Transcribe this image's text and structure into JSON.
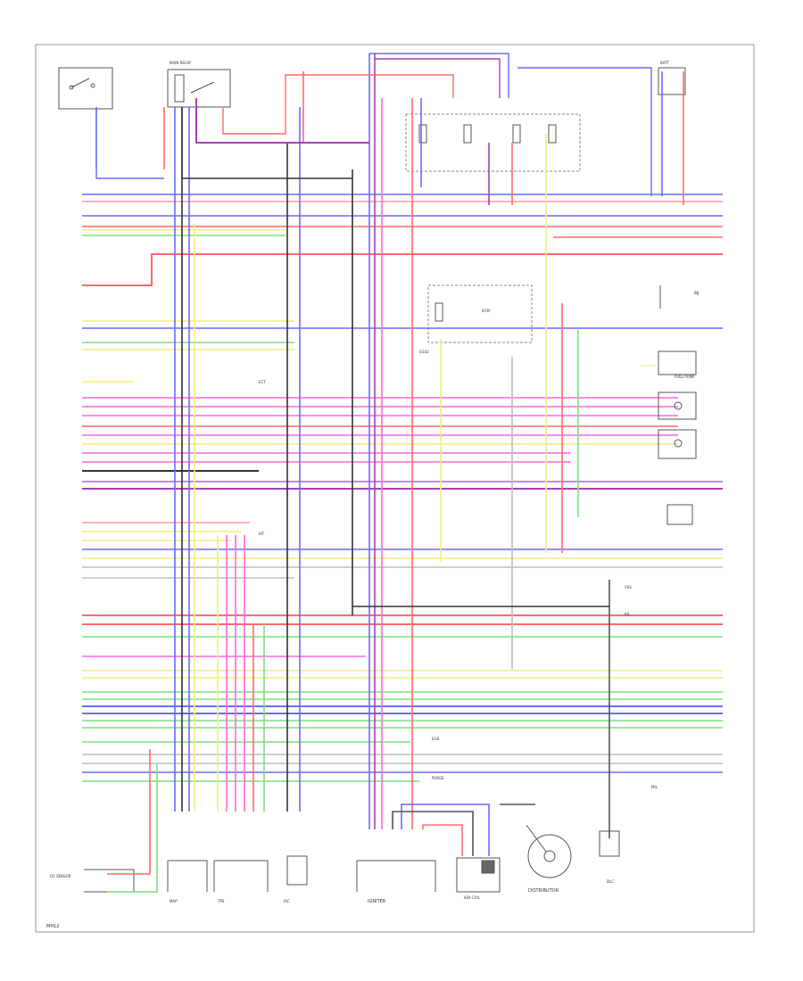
{
  "colors": {
    "frame": "#9a9a9a",
    "outline": "#555555",
    "red": "#ff6a6a",
    "blue": "#6a6aff",
    "green": "#7ee07e",
    "yellow": "#f2ee80",
    "pink": "#ff66dd",
    "purple": "#a440b8",
    "black": "#333333",
    "grey": "#bdbdbd",
    "violet": "#b48cff",
    "lightred": "#ff9c9c"
  },
  "labels": {
    "ecm_unit": "ECM",
    "distributor": "DISTRIBUTOR",
    "igniter": "IGNITER",
    "ecm_ground": "G102",
    "battery": "BATT",
    "main_relay": "MAIN RELAY",
    "fuel_pump": "FUEL PUMP",
    "injectors": "INJ",
    "ign_coil": "IGN COIL",
    "o2_sensor": "O2 SENSOR",
    "iac_valve": "IAC",
    "tps": "TPS",
    "map_sensor": "MAP",
    "ect_sensor": "ECT",
    "iat_sensor": "IAT",
    "vss": "VSS",
    "knock_sensor": "KS",
    "egr": "EGR",
    "purge": "PURGE",
    "dlc": "DLC",
    "mil": "MIL",
    "footer_ref": "MH12"
  }
}
